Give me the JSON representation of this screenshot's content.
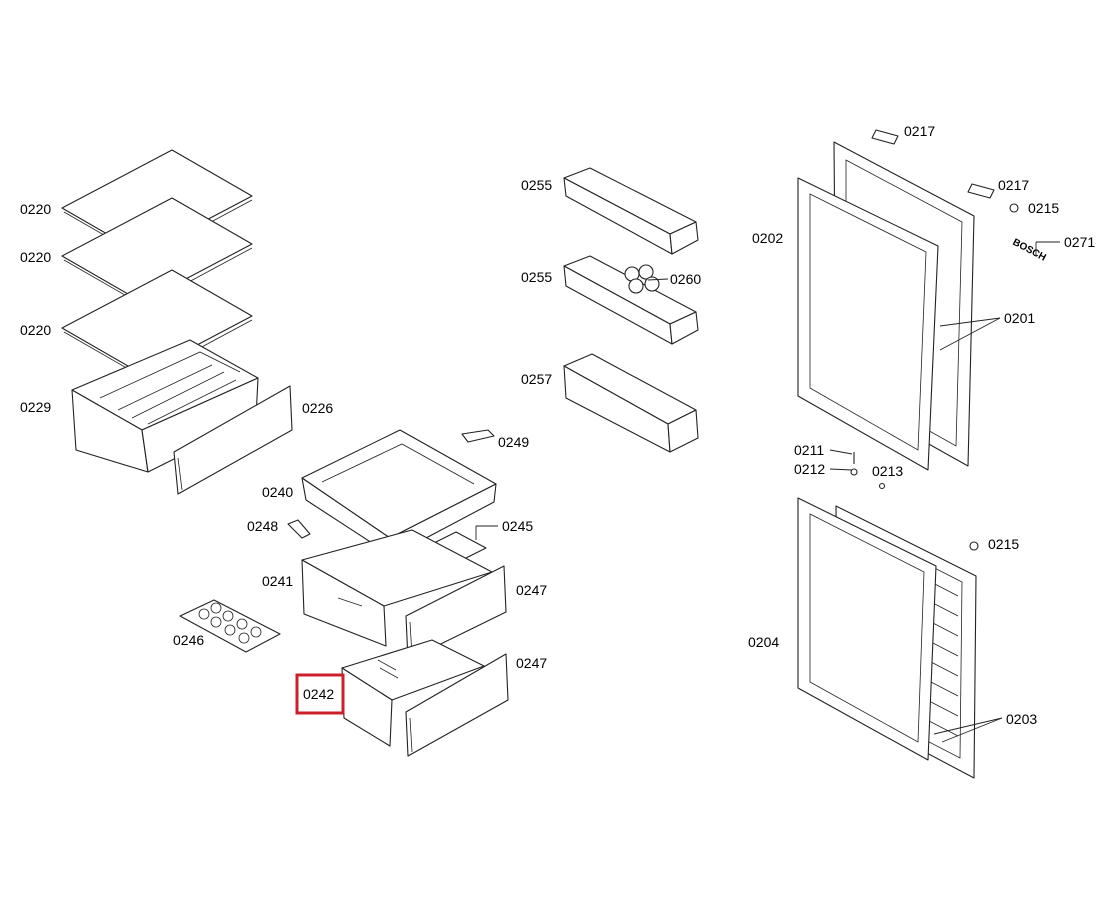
{
  "diagram": {
    "highlight_color": "#cc1f2a",
    "highlighted_part": "0242",
    "brand_logo_text": "BOSCH",
    "labels": {
      "p0220a": "0220",
      "p0220b": "0220",
      "p0220c": "0220",
      "p0229": "0229",
      "p0226": "0226",
      "p0255a": "0255",
      "p0255b": "0255",
      "p0260": "0260",
      "p0257": "0257",
      "p0249": "0249",
      "p0240": "0240",
      "p0248": "0248",
      "p0245": "0245",
      "p0241": "0241",
      "p0247a": "0247",
      "p0246": "0246",
      "p0247b": "0247",
      "p0242": "0242",
      "p0217a": "0217",
      "p0217b": "0217",
      "p0215a": "0215",
      "p0271": "0271",
      "p0202": "0202",
      "p0201": "0201",
      "p0211": "0211",
      "p0212": "0212",
      "p0213": "0213",
      "p0215b": "0215",
      "p0204": "0204",
      "p0203": "0203"
    }
  }
}
